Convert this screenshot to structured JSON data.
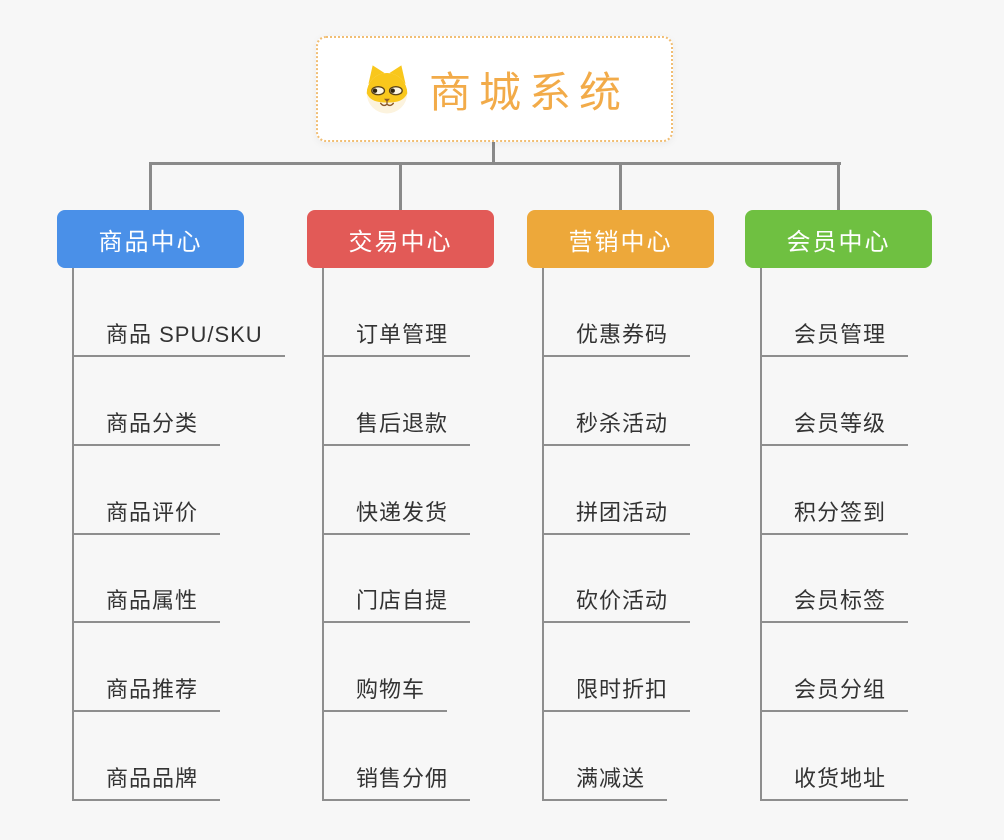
{
  "root": {
    "title": "商城系统",
    "icon": "dog-face-icon"
  },
  "theme": {
    "background": "#f7f7f7",
    "connector_color": "#8a8a8a",
    "underline_color": "#8e8e8e",
    "root_border_color": "#f1be74",
    "root_text_color": "#f2ab49"
  },
  "branches": [
    {
      "label": "商品中心",
      "color": "#4a90e8",
      "items": [
        "商品 SPU/SKU",
        "商品分类",
        "商品评价",
        "商品属性",
        "商品推荐",
        "商品品牌"
      ]
    },
    {
      "label": "交易中心",
      "color": "#e25a57",
      "items": [
        "订单管理",
        "售后退款",
        "快递发货",
        "门店自提",
        "购物车",
        "销售分佣"
      ]
    },
    {
      "label": "营销中心",
      "color": "#eda83a",
      "items": [
        "优惠券码",
        "秒杀活动",
        "拼团活动",
        "砍价活动",
        "限时折扣",
        "满减送"
      ]
    },
    {
      "label": "会员中心",
      "color": "#6fc041",
      "items": [
        "会员管理",
        "会员等级",
        "积分签到",
        "会员标签",
        "会员分组",
        "收货地址"
      ]
    }
  ]
}
